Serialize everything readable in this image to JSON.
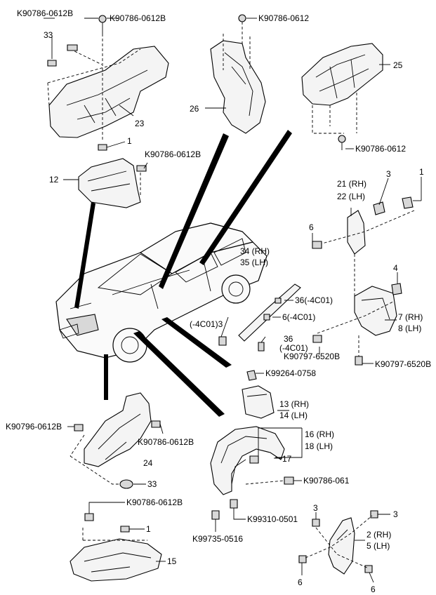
{
  "labels": {
    "p33_top": "33",
    "k_tl_a": "K90786-0612B",
    "k_tl_b": "K90786-0612B",
    "p23": "23",
    "p1_a": "1",
    "k_tl_c": "K90786-0612B",
    "p12": "12",
    "k_top": "K90786-0612",
    "p26": "26",
    "p25": "25",
    "k_25": "K90786-0612",
    "p21": "21 (RH)",
    "p22": "22 (LH)",
    "p3_a": "3",
    "p1_b": "1",
    "p6_a": "6",
    "p34": "34 (RH)",
    "p35": "35 (LH)",
    "p4": "4",
    "p36_a": "36(-4C01)",
    "p6_b": "6(-4C01)",
    "p4c01_3": "(-4C01)3",
    "p36_b": "36",
    "p4c01": "(-4C01)",
    "p7": "7 (RH)",
    "p8": "8 (LH)",
    "k_6520_a": "K90797-6520B",
    "k_6520_b": "K90797-6520B",
    "k_99264": "K99264-0758",
    "p13": "13 (RH)",
    "p14": "14 (LH)",
    "k_796": "K90796-0612B",
    "k_786_mid": "K90786-0612B",
    "p24": "24",
    "p16": "16 (RH)",
    "p18": "18 (LH)",
    "p17": "17",
    "p33_bot": "33",
    "k_786_061": "K90786-061",
    "k_786_low": "K90786-0612B",
    "p1_c": "1",
    "k_99310": "K99310-0501",
    "k_99735": "K99735-0516",
    "p3_b": "3",
    "p3_c": "3",
    "p2": "2 (RH)",
    "p5": "5 (LH)",
    "p15": "15",
    "p6_c": "6",
    "p6_d": "6"
  }
}
